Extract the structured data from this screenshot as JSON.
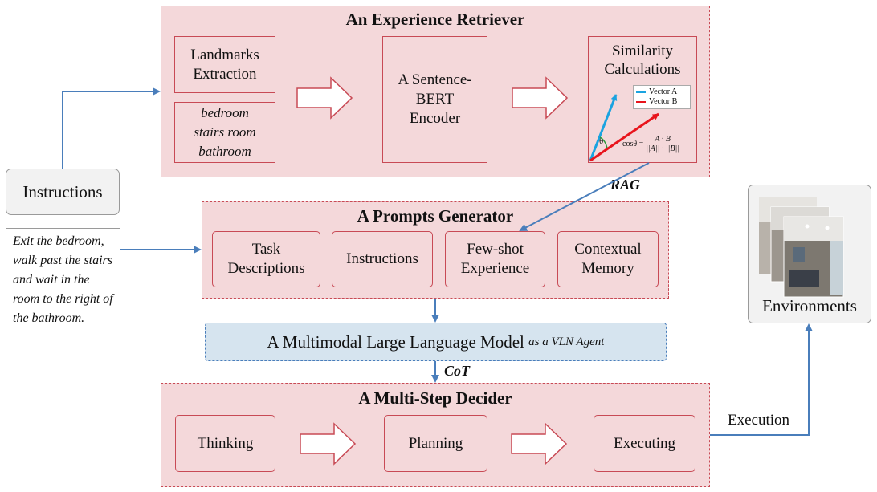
{
  "retriever": {
    "title": "An Experience Retriever",
    "landmarks": "Landmarks Extraction",
    "landmark_words": "bedroom stairs room bathroom",
    "encoder": "A Sentence-BERT Encoder",
    "similarity": "Similarity Calculations",
    "legend": [
      "Vector A",
      "Vector B"
    ],
    "theta": "θ",
    "formula": {
      "lhs": "cosθ =",
      "num": "A · B",
      "den": "||A|| · ||B||"
    },
    "colors": {
      "vector_a": "#1ba3e0",
      "vector_b": "#e8141c"
    }
  },
  "rag_label": "RAG",
  "instructions_box": "Instructions",
  "instruction_example": "Exit the bedroom, walk past the stairs and wait in the room to the right of the bathroom.",
  "prompts": {
    "title": "A Prompts Generator",
    "items": [
      "Task Descriptions",
      "Instructions",
      "Few-shot Experience",
      "Contextual Memory"
    ]
  },
  "mllm": {
    "main": "A Multimodal Large Language Model",
    "suffix": "as a VLN Agent"
  },
  "cot_label": "CoT",
  "decider": {
    "title": "A Multi-Step Decider",
    "steps": [
      "Thinking",
      "Planning",
      "Executing"
    ]
  },
  "execution_label": "Execution",
  "environments": "Environments",
  "colors": {
    "module_fill": "#f4d8da",
    "module_border": "#c84a55",
    "arrow_blue": "#4a7ebb",
    "mllm_fill": "#d6e4ef"
  }
}
